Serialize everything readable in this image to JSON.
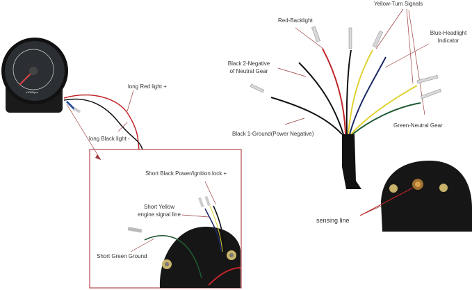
{
  "labels": {
    "long_red": "long Red light +",
    "long_black": "long Black light -",
    "short_black": "Short Black Power/Ignition lock +",
    "short_yellow_1": "Short Yellow",
    "short_yellow_2": "engine signal line",
    "short_green": "Short Green Ground",
    "red_backlight": "Red-Backlight",
    "yellow_turn": "Yellow-Turn Signals",
    "blue_headlight_1": "Blue-Headlight",
    "blue_headlight_2": "Indicator",
    "black2_1": "Black 2-Negative",
    "black2_2": "of Neutral Gear",
    "black1": "Black 1-Ground(Power Negative)",
    "green_neutral": "Green-Neutral Gear",
    "sensing": "sensing line"
  },
  "gauge": {
    "unit_label": "x1000rpm"
  },
  "colors": {
    "callout_line": "#9b3a3a",
    "box_border": "#b5474f",
    "wire_red": "#c0262b",
    "wire_yellow": "#e0d231",
    "wire_blue": "#1c2a66",
    "wire_green": "#1f5a32",
    "wire_black": "#111111"
  }
}
